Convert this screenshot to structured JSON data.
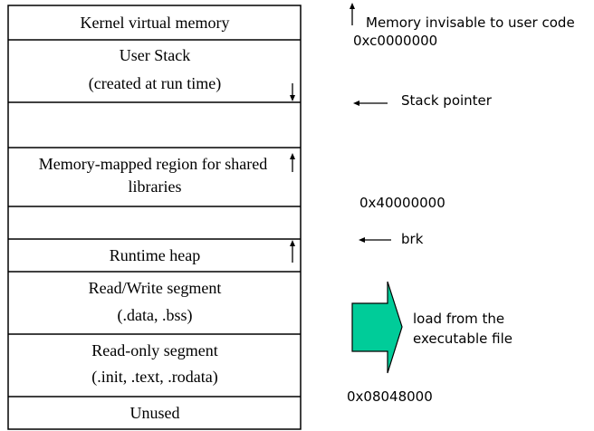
{
  "segments": [
    {
      "id": "kernel",
      "lines": [
        "Kernel virtual memory"
      ]
    },
    {
      "id": "user-stack",
      "lines": [
        "User Stack",
        "(created at run time)"
      ]
    },
    {
      "id": "gap-1",
      "lines": []
    },
    {
      "id": "mmap",
      "lines": [
        "Memory-mapped region for shared",
        "libraries"
      ]
    },
    {
      "id": "gap-2",
      "lines": []
    },
    {
      "id": "heap",
      "lines": [
        "Runtime heap"
      ]
    },
    {
      "id": "rw",
      "lines": [
        "Read/Write segment",
        "(.data, .bss)"
      ]
    },
    {
      "id": "ro",
      "lines": [
        "Read-only segment",
        "(.init, .text, .rodata)"
      ]
    },
    {
      "id": "unused",
      "lines": [
        "Unused"
      ]
    }
  ],
  "annotations": {
    "kernel_note": "Memory invisable to user code",
    "stack_pointer": "Stack pointer",
    "brk": "brk",
    "load_line1": "load from the",
    "load_line2": "executable file"
  },
  "addresses": {
    "kernel_base": "0xc0000000",
    "mmap_base": "0x40000000",
    "text_base": "0x08048000"
  },
  "colors": {
    "load_arrow_fill": "#00cc99",
    "stroke": "#000000"
  }
}
